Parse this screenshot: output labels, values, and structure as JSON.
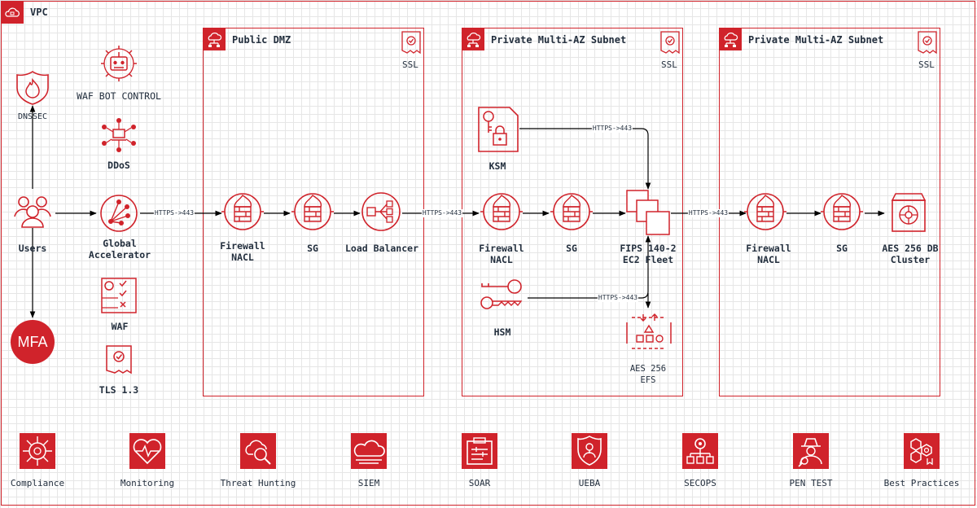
{
  "vpc": {
    "title": "VPC"
  },
  "groups": [
    {
      "title": "Public DMZ",
      "ssl": "SSL"
    },
    {
      "title": "Private Multi-AZ Subnet",
      "ssl": "SSL"
    },
    {
      "title": "Private Multi-AZ Subnet",
      "ssl": "SSL"
    }
  ],
  "nodes": {
    "dnssec": "DNSSEC",
    "waf_bot": "WAF BOT CONTROL",
    "ddos": "DDoS",
    "users": "Users",
    "global_acc": "Global Accelerator",
    "waf": "WAF",
    "tls": "TLS 1.3",
    "mfa": "MFA",
    "fw1": "Firewall NACL",
    "sg1": "SG",
    "lb": "Load Balancer",
    "ksm": "KSM",
    "fw2": "Firewall NACL",
    "sg2": "SG",
    "ec2": "FIPS 140-2 EC2 Fleet",
    "hsm": "HSM",
    "efs": "AES 256 EFS",
    "fw3": "Firewall NACL",
    "sg3": "SG",
    "db": "AES 256 DB Cluster"
  },
  "edges": {
    "e1": "HTTPS->443",
    "e2": "HTTPS->443",
    "e3": "HTTPS->443",
    "e4": "HTTPS->443",
    "e5": "HTTPS->443"
  },
  "bottom": [
    "Compliance",
    "Monitoring",
    "Threat Hunting",
    "SIEM",
    "SOAR",
    "UEBA",
    "SECOPS",
    "PEN TEST",
    "Best Practices"
  ],
  "colors": {
    "accent": "#d0232b",
    "text": "#232f3e",
    "grid": "#e6e6e6"
  }
}
